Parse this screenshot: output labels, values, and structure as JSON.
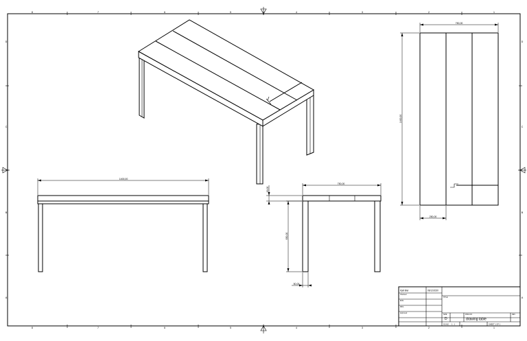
{
  "border": {
    "columns_top": [
      "8",
      "7",
      "6",
      "5",
      "4",
      "3",
      "2",
      "1"
    ],
    "columns_bottom": [
      "8",
      "7",
      "6",
      "5",
      "4",
      "3",
      "2",
      "1"
    ],
    "rows_left": [
      "D",
      "C",
      "B",
      "A"
    ],
    "rows_right": [
      "D",
      "C",
      "B",
      "A"
    ]
  },
  "dimensions": {
    "front_length": "1400,00",
    "side_width": "750,00",
    "side_top_thickness": "30,00",
    "side_height": "650,00",
    "side_leg": "50,00",
    "top_width": "750,00",
    "top_length": "1400,00",
    "top_board": "250,00"
  },
  "title_block": {
    "drawn_by": "Kjell Bier",
    "date": "06/12/2020",
    "label_checked": "Checked",
    "label_eng": "ENG",
    "label_mfg": "MFG",
    "label_approved": "Approved",
    "label_title": "TITLE",
    "label_size": "SIZE",
    "size": "D",
    "label_dwg_no": "DWG NO",
    "dwg_no": "drawing table",
    "label_rev": "REV",
    "label_scale": "SCALE",
    "scale": "1 : 1",
    "sheet": "SHEET 1 OF 1"
  }
}
